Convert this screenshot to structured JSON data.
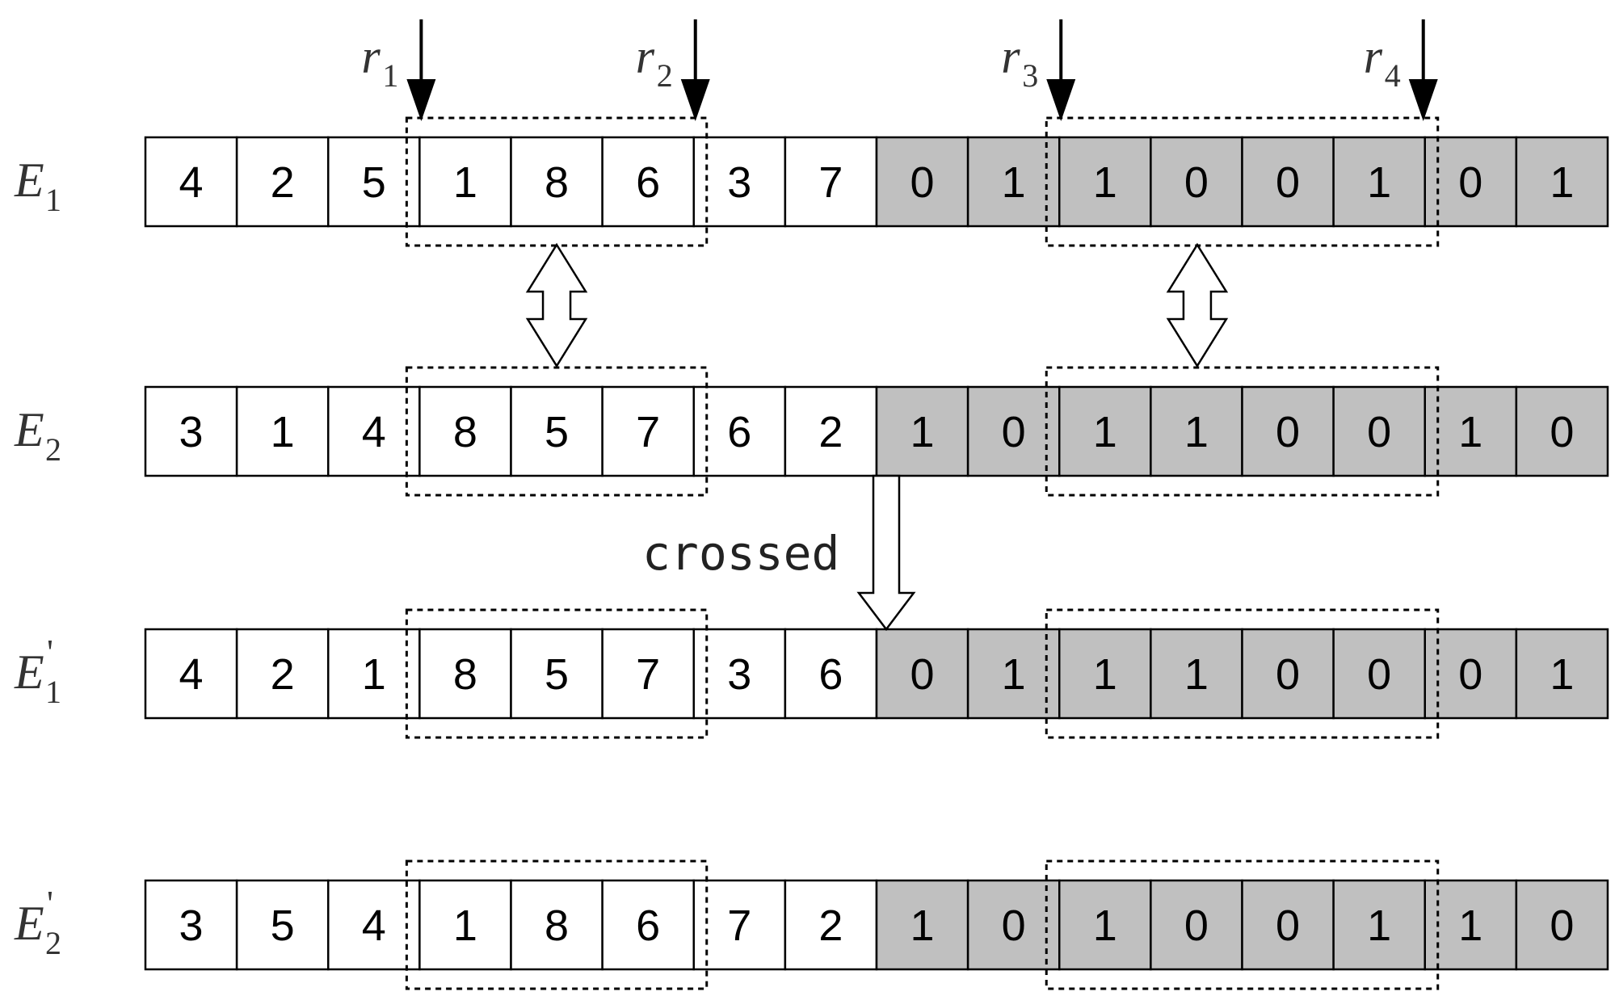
{
  "colors": {
    "white_cell": "#ffffff",
    "gray_cell": "#c0c0c0",
    "stroke": "#000000"
  },
  "rows": [
    {
      "label": "E",
      "sub": "1",
      "prime": false,
      "cells": [
        "4",
        "2",
        "5",
        "1",
        "8",
        "6",
        "3",
        "7",
        "0",
        "1",
        "1",
        "0",
        "0",
        "1",
        "0",
        "1"
      ]
    },
    {
      "label": "E",
      "sub": "2",
      "prime": false,
      "cells": [
        "3",
        "1",
        "4",
        "8",
        "5",
        "7",
        "6",
        "2",
        "1",
        "0",
        "1",
        "1",
        "0",
        "0",
        "1",
        "0"
      ]
    },
    {
      "label": "E",
      "sub": "1",
      "prime": true,
      "cells": [
        "4",
        "2",
        "1",
        "8",
        "5",
        "7",
        "3",
        "6",
        "0",
        "1",
        "1",
        "1",
        "0",
        "0",
        "0",
        "1"
      ]
    },
    {
      "label": "E",
      "sub": "2",
      "prime": true,
      "cells": [
        "3",
        "5",
        "4",
        "1",
        "8",
        "6",
        "7",
        "2",
        "1",
        "0",
        "1",
        "0",
        "0",
        "1",
        "1",
        "0"
      ]
    }
  ],
  "gray_from_index": 8,
  "markers": [
    {
      "letter": "r",
      "sub": "1"
    },
    {
      "letter": "r",
      "sub": "2"
    },
    {
      "letter": "r",
      "sub": "3"
    },
    {
      "letter": "r",
      "sub": "4"
    }
  ],
  "arrow_label": "crossed",
  "icons": {
    "marker_arrow": "down-arrow-icon",
    "swap_arrow": "double-headed-arrow-icon",
    "result_arrow": "hollow-down-arrow-icon"
  }
}
